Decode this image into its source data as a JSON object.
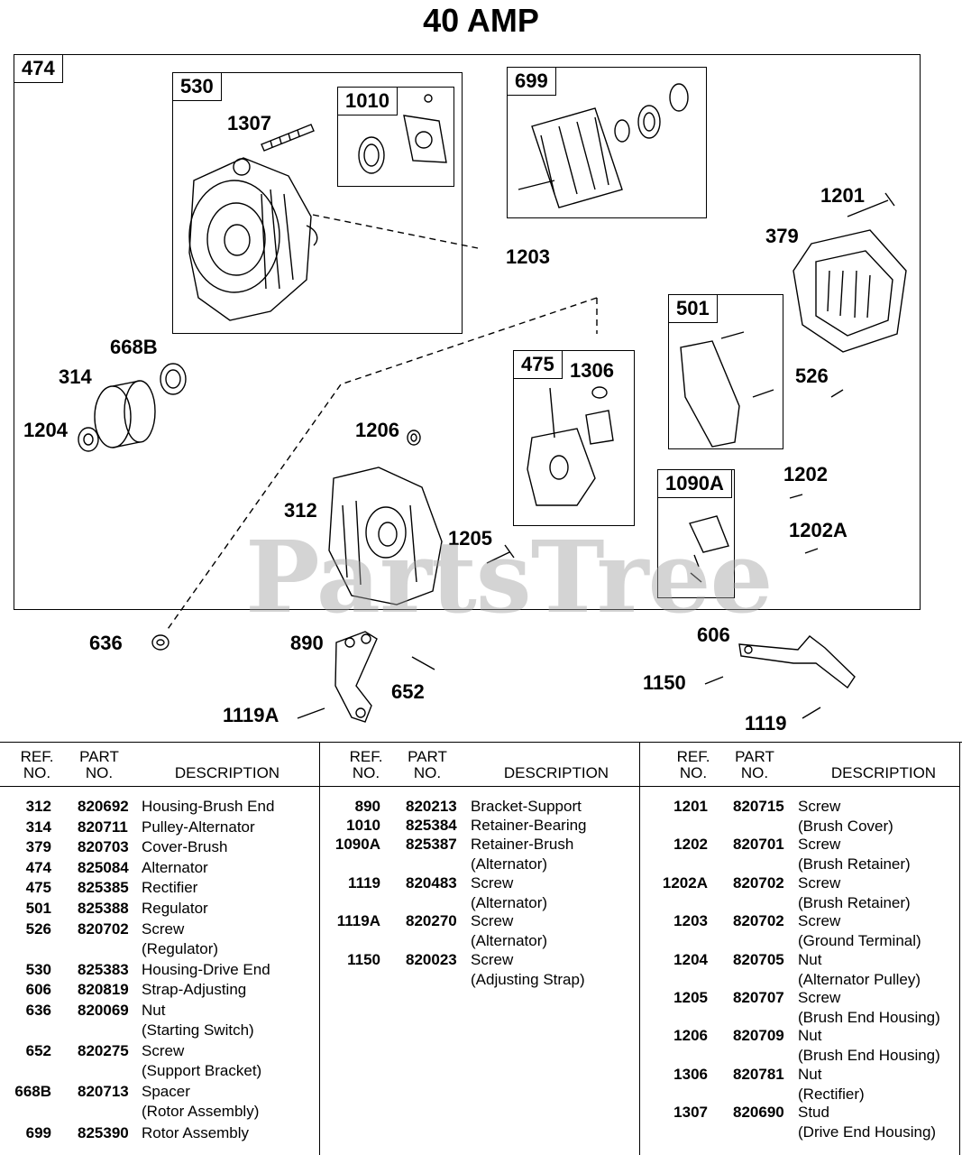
{
  "title": "40 AMP",
  "watermark": "PartsTree",
  "boxes": {
    "b474": "474",
    "b530": "530",
    "b1010": "1010",
    "b699": "699",
    "b501": "501",
    "b475": "475",
    "b1090A": "1090A"
  },
  "callouts": {
    "c1307": "1307",
    "c1203": "1203",
    "c1201": "1201",
    "c379": "379",
    "c668B": "668B",
    "c314": "314",
    "c1204": "1204",
    "c1306": "1306",
    "c526": "526",
    "c1206": "1206",
    "c312": "312",
    "c1205": "1205",
    "c1202": "1202",
    "c1202A": "1202A",
    "c636": "636",
    "c890": "890",
    "c652": "652",
    "c1119A": "1119A",
    "c606": "606",
    "c1150": "1150",
    "c1119": "1119"
  },
  "table": {
    "headers": {
      "ref1": "REF.",
      "ref2": "NO.",
      "part1": "PART",
      "part2": "NO.",
      "desc": "DESCRIPTION"
    },
    "columns": [
      [
        {
          "ref": "312",
          "part": "820692",
          "desc": "Housing-Brush End"
        },
        {
          "ref": "314",
          "part": "820711",
          "desc": "Pulley-Alternator"
        },
        {
          "ref": "379",
          "part": "820703",
          "desc": "Cover-Brush"
        },
        {
          "ref": "474",
          "part": "825084",
          "desc": "Alternator"
        },
        {
          "ref": "475",
          "part": "825385",
          "desc": "Rectifier"
        },
        {
          "ref": "501",
          "part": "825388",
          "desc": "Regulator"
        },
        {
          "ref": "526",
          "part": "820702",
          "desc": "Screw",
          "desc2": "(Regulator)"
        },
        {
          "ref": "530",
          "part": "825383",
          "desc": "Housing-Drive End"
        },
        {
          "ref": "606",
          "part": "820819",
          "desc": "Strap-Adjusting"
        },
        {
          "ref": "636",
          "part": "820069",
          "desc": "Nut",
          "desc2": "(Starting Switch)"
        },
        {
          "ref": "652",
          "part": "820275",
          "desc": "Screw",
          "desc2": "(Support Bracket)"
        },
        {
          "ref": "668B",
          "part": "820713",
          "desc": "Spacer",
          "desc2": "(Rotor Assembly)"
        },
        {
          "ref": "699",
          "part": "825390",
          "desc": "Rotor Assembly"
        }
      ],
      [
        {
          "ref": "890",
          "part": "820213",
          "desc": "Bracket-Support"
        },
        {
          "ref": "1010",
          "part": "825384",
          "desc": "Retainer-Bearing"
        },
        {
          "ref": "1090A",
          "part": "825387",
          "desc": "Retainer-Brush",
          "desc2": "(Alternator)"
        },
        {
          "ref": "1119",
          "part": "820483",
          "desc": "Screw",
          "desc2": "(Alternator)"
        },
        {
          "ref": "1119A",
          "part": "820270",
          "desc": "Screw",
          "desc2": "(Alternator)"
        },
        {
          "ref": "1150",
          "part": "820023",
          "desc": "Screw",
          "desc2": "(Adjusting Strap)"
        }
      ],
      [
        {
          "ref": "1201",
          "part": "820715",
          "desc": "Screw",
          "desc2": "(Brush Cover)"
        },
        {
          "ref": "1202",
          "part": "820701",
          "desc": "Screw",
          "desc2": "(Brush Retainer)"
        },
        {
          "ref": "1202A",
          "part": "820702",
          "desc": "Screw",
          "desc2": "(Brush Retainer)"
        },
        {
          "ref": "1203",
          "part": "820702",
          "desc": "Screw",
          "desc2": "(Ground Terminal)"
        },
        {
          "ref": "1204",
          "part": "820705",
          "desc": "Nut",
          "desc2": "(Alternator Pulley)"
        },
        {
          "ref": "1205",
          "part": "820707",
          "desc": "Screw",
          "desc2": "(Brush End Housing)"
        },
        {
          "ref": "1206",
          "part": "820709",
          "desc": "Nut",
          "desc2": "(Brush End Housing)"
        },
        {
          "ref": "1306",
          "part": "820781",
          "desc": "Nut",
          "desc2": "(Rectifier)"
        },
        {
          "ref": "1307",
          "part": "820690",
          "desc": "Stud",
          "desc2": "(Drive End Housing)"
        }
      ]
    ]
  }
}
